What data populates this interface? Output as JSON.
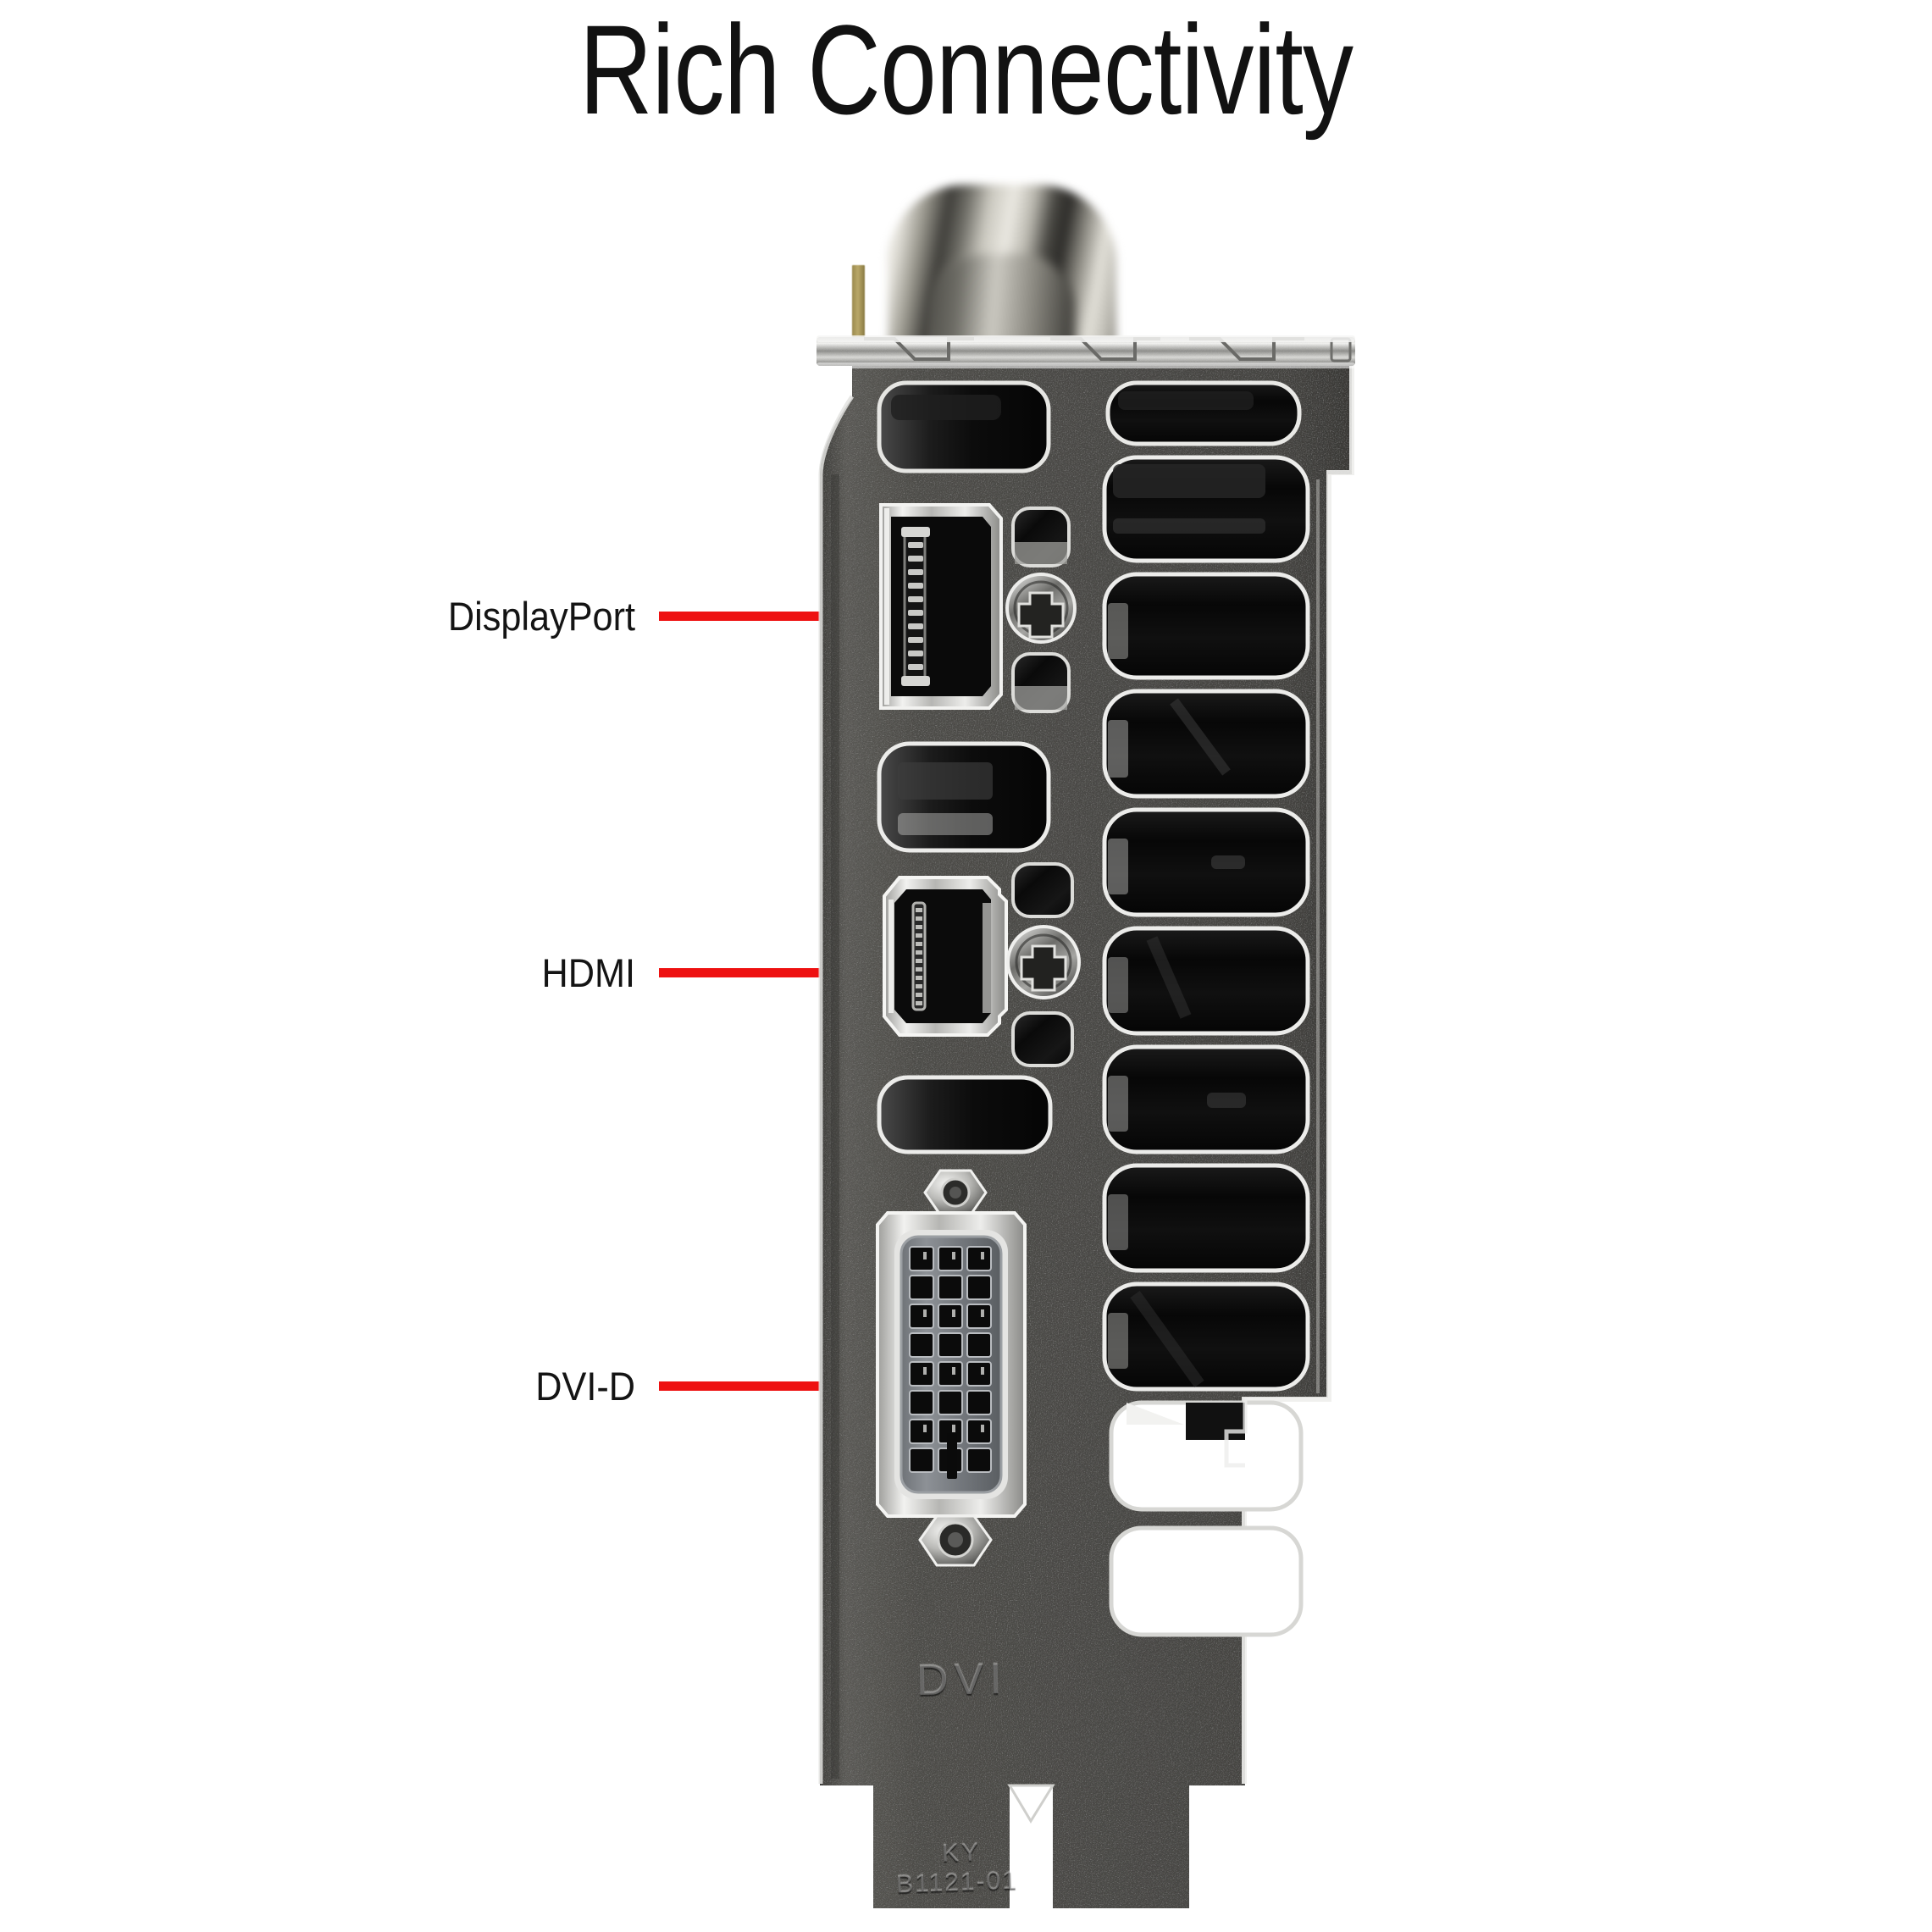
{
  "page": {
    "title": "Rich Connectivity",
    "background_color": "#ffffff",
    "subject": "graphics-card-io-bracket"
  },
  "callouts": [
    {
      "id": "displayport",
      "label": "DisplayPort",
      "leader_color": "#ee1111",
      "target_port": "displayport-connector"
    },
    {
      "id": "hdmi",
      "label": "HDMI",
      "leader_color": "#ee1111",
      "target_port": "hdmi-connector"
    },
    {
      "id": "dvid",
      "label": "DVI-D",
      "leader_color": "#ee1111",
      "target_port": "dvi-d-connector"
    }
  ],
  "bracket": {
    "face_color": "#4b4a47",
    "edge_highlight_color": "#e8e8e6",
    "embossed_marks": [
      {
        "id": "dvi-emboss",
        "text": "DVI"
      },
      {
        "id": "vendor-code-line1",
        "text": "KY"
      },
      {
        "id": "vendor-code-line2",
        "text": "B1121-01"
      }
    ],
    "ports": [
      {
        "id": "displayport-connector",
        "type": "DisplayPort",
        "shell_color": "#cfcfcb",
        "cavity_color": "#0b0b0b"
      },
      {
        "id": "hdmi-connector",
        "type": "HDMI",
        "shell_color": "#d2d2ce",
        "cavity_color": "#0c0c0c"
      },
      {
        "id": "dvi-d-connector",
        "type": "DVI-D",
        "shell_color": "#c9cbcd",
        "pin_rows": 8,
        "pin_cols": 3,
        "blade_slot": true
      }
    ],
    "fasteners": [
      {
        "id": "phillips-screw-upper",
        "type": "phillips-screw"
      },
      {
        "id": "phillips-screw-lower",
        "type": "phillips-screw"
      },
      {
        "id": "dvi-jackscrew-upper",
        "type": "hex-standoff"
      },
      {
        "id": "dvi-jackscrew-lower",
        "type": "hex-standoff"
      }
    ],
    "vent_count_right_column": 8,
    "vent_count_left_column": 4
  },
  "heatsink": {
    "heatpipe_id": "heatpipe-loop",
    "heatpipe_finish": "nickel-plated-copper",
    "pin_id": "gold-standoff-pin"
  }
}
